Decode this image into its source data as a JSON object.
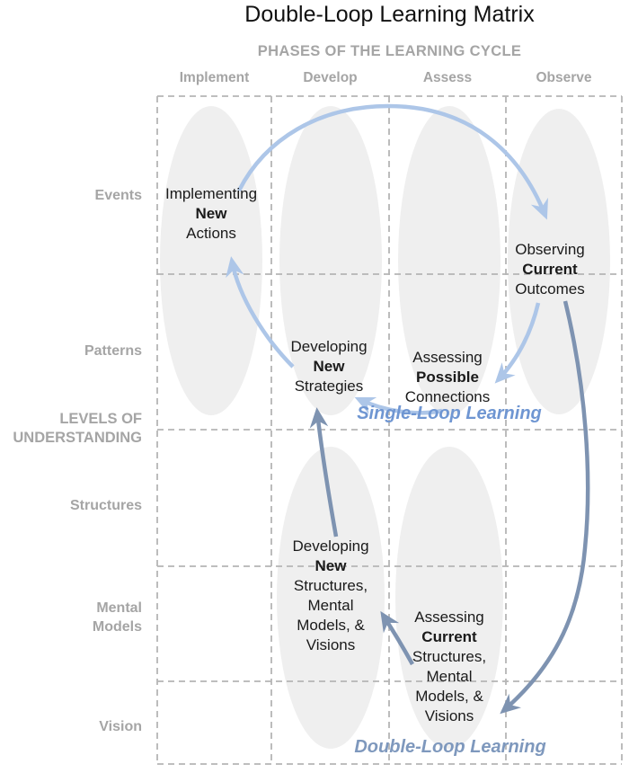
{
  "title": "Double-Loop Learning Matrix",
  "colors": {
    "arrow_light": "#adc6e8",
    "arrow_dark": "#7e93b1",
    "single_loop_label": "#6f96d2",
    "double_loop_label": "#7e98bd",
    "grid": "#b5b5b5",
    "label_gray": "#a5a5a5",
    "ellipse_fill": "#efefef",
    "text": "#1a1a1a"
  },
  "axes": {
    "phases_title": "PHASES OF THE LEARNING CYCLE",
    "phases": [
      "Implement",
      "Develop",
      "Assess",
      "Observe"
    ],
    "levels_heading": "LEVELS OF\nUNDERSTANDING",
    "levels": [
      "Events",
      "Patterns",
      "Structures",
      "Mental\nModels",
      "Vision"
    ]
  },
  "nodes": {
    "implementing": {
      "lines": [
        "Implementing",
        "New",
        "Actions"
      ]
    },
    "observing": {
      "lines": [
        "Observing",
        "Current",
        "Outcomes"
      ]
    },
    "developing_strategies": {
      "lines": [
        "Developing",
        "New",
        "Strategies"
      ]
    },
    "assessing_possible": {
      "lines": [
        "Assessing",
        "Possible",
        "Connections"
      ]
    },
    "developing_structures": {
      "lines": [
        "Developing",
        "New",
        "Structures,",
        "Mental",
        "Models, &",
        "Visions"
      ]
    },
    "assessing_current": {
      "lines": [
        "Assessing",
        "Current",
        "Structures,",
        "Mental",
        "Models, &",
        "Visions"
      ]
    }
  },
  "loops": {
    "single": "Single-Loop Learning",
    "double": "Double-Loop Learning"
  }
}
